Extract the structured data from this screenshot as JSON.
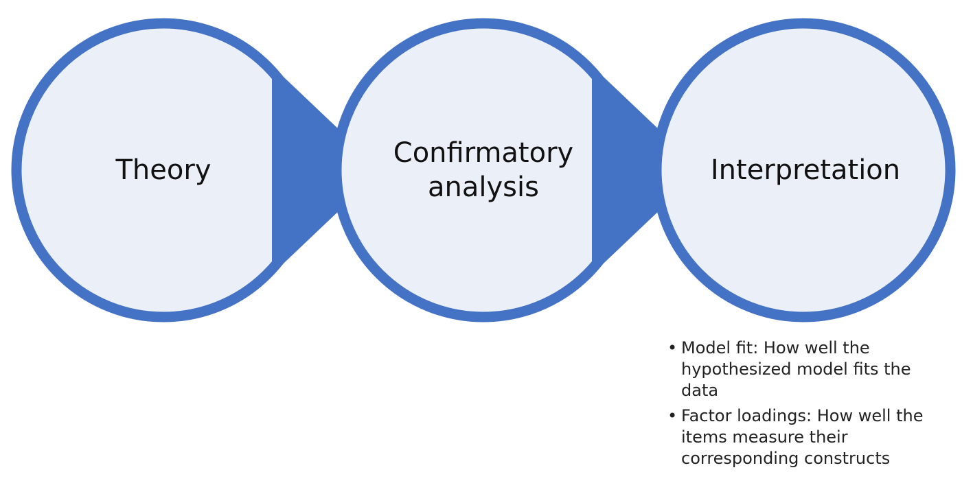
{
  "colors": {
    "ring": "#4472C4",
    "fill": "#EBEFF8",
    "text": "#111111"
  },
  "flow": {
    "nodes": [
      {
        "label": "Theory"
      },
      {
        "label": "Confirmatory\nanalysis"
      },
      {
        "label": "Interpretation"
      }
    ]
  },
  "notes": {
    "bullet": "•",
    "items": [
      "Model fit: How well the hypothesized model fits the data",
      "Factor loadings: How well the items measure their corresponding constructs"
    ]
  }
}
